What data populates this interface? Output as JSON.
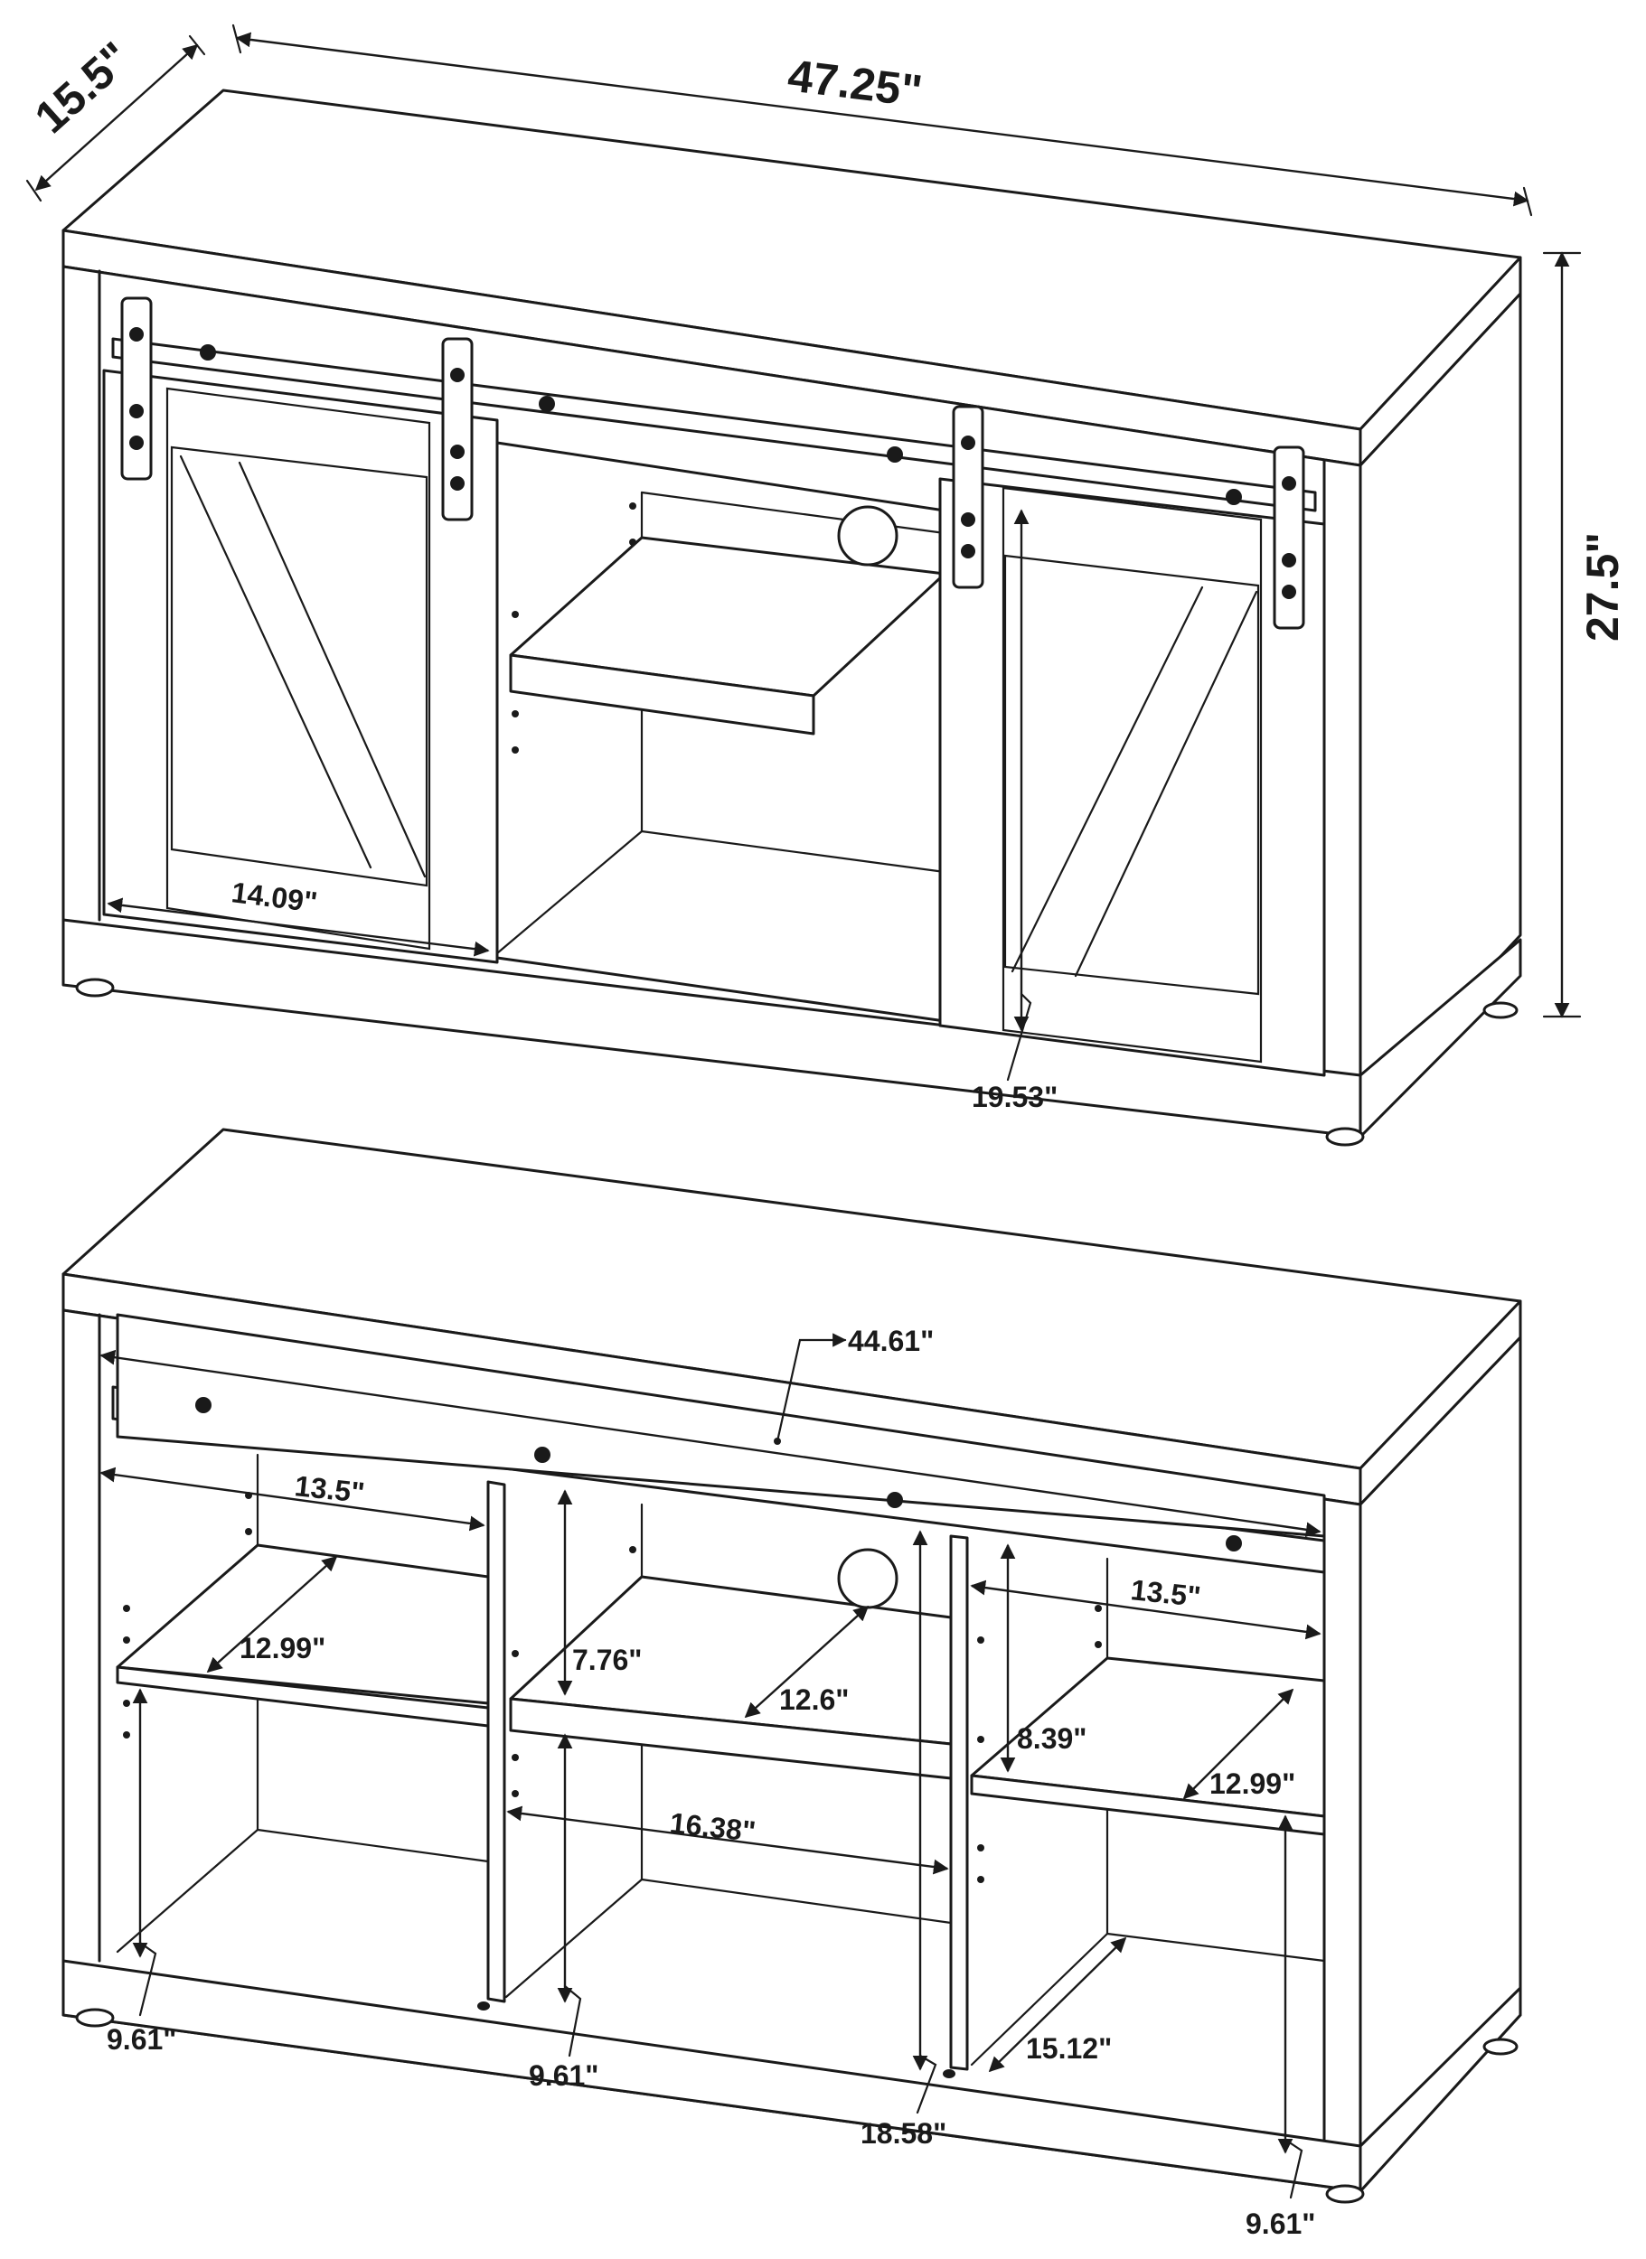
{
  "colors": {
    "ink": "#1a1a1a",
    "background": "#ffffff"
  },
  "front_view": {
    "depth": "15.5\"",
    "width": "47.25\"",
    "height": "27.5\"",
    "door_width": "14.09\"",
    "door_height": "19.53\""
  },
  "open_view": {
    "inner_width": "44.61\"",
    "left_top_width": "13.5\"",
    "right_top_width": "13.5\"",
    "left_shelf_depth": "12.99\"",
    "center_upper_height": "7.76\"",
    "center_shelf_depth": "12.6\"",
    "right_upper_height": "8.39\"",
    "right_shelf_depth": "12.99\"",
    "center_width": "16.38\"",
    "bottom_depth": "15.12\"",
    "left_lower_height": "9.61\"",
    "center_lower_height": "9.61\"",
    "center_full_height": "18.58\"",
    "right_lower_height": "9.61\""
  }
}
